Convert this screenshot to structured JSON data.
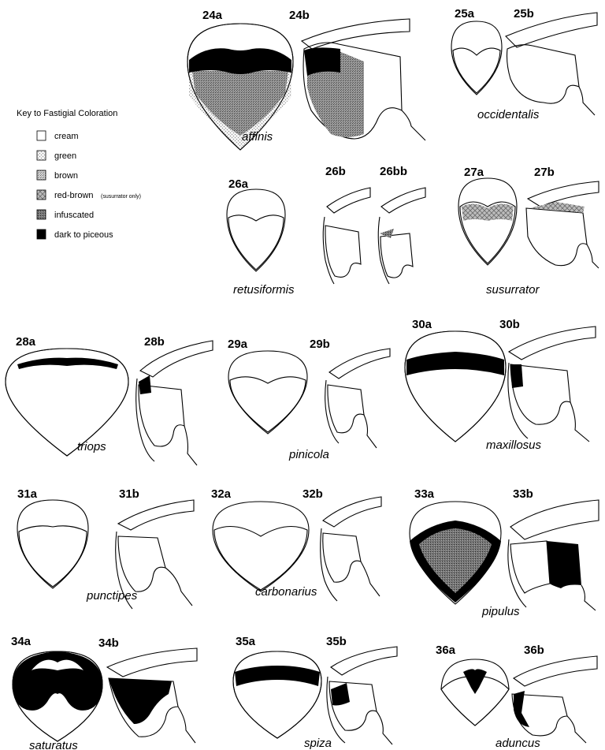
{
  "key": {
    "title": "Key to Fastigial Coloration",
    "items": [
      {
        "label": "cream",
        "note": ""
      },
      {
        "label": "green",
        "note": ""
      },
      {
        "label": "brown",
        "note": ""
      },
      {
        "label": "red-brown",
        "note": "(susurrator only)"
      },
      {
        "label": "infuscated",
        "note": ""
      },
      {
        "label": "dark to piceous",
        "note": ""
      }
    ]
  },
  "figures": [
    {
      "a": "24a",
      "b": "24b",
      "species": "affinis"
    },
    {
      "a": "25a",
      "b": "25b",
      "species": "occidentalis"
    },
    {
      "a": "26a",
      "b": "26b",
      "bb": "26bb",
      "species": "retusiformis"
    },
    {
      "a": "27a",
      "b": "27b",
      "species": "susurrator"
    },
    {
      "a": "28a",
      "b": "28b",
      "species": "triops"
    },
    {
      "a": "29a",
      "b": "29b",
      "species": "pinicola"
    },
    {
      "a": "30a",
      "b": "30b",
      "species": "maxillosus"
    },
    {
      "a": "31a",
      "b": "31b",
      "species": "punctipes"
    },
    {
      "a": "32a",
      "b": "32b",
      "species": "carbonarius"
    },
    {
      "a": "33a",
      "b": "33b",
      "species": "pipulus"
    },
    {
      "a": "34a",
      "b": "34b",
      "species": "saturatus"
    },
    {
      "a": "35a",
      "b": "35b",
      "species": "spiza"
    },
    {
      "a": "36a",
      "b": "36b",
      "species": "aduncus"
    }
  ]
}
